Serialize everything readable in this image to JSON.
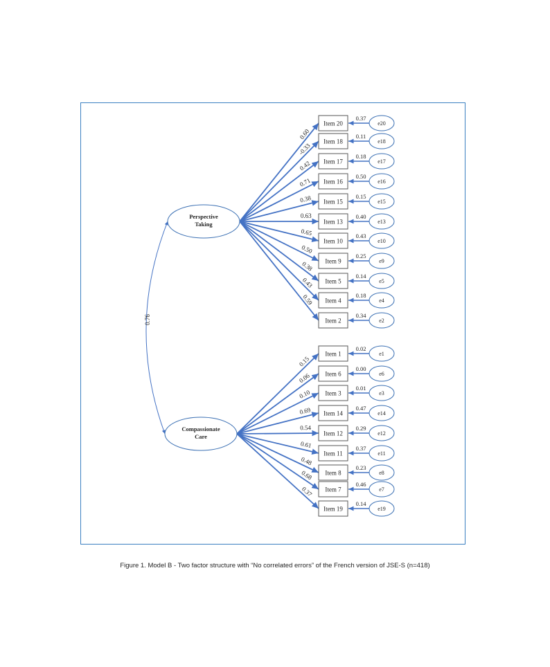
{
  "figure": {
    "caption": "Figure 1. Model B - Two factor structure with “No correlated errors” of the French version of JSE-S (n=418)",
    "factor_correlation": "0.76",
    "colors": {
      "arrow": "#4472c4",
      "frame": "#3a7fc1"
    },
    "factors": [
      {
        "name": "Perspective Taking",
        "lines": [
          "Perspective",
          "Taking"
        ],
        "items": [
          {
            "item": "Item 20",
            "loading": "0.60",
            "error": "e20",
            "r2": "0.37"
          },
          {
            "item": "Item 18",
            "loading": "-0.33",
            "error": "e18",
            "r2": "0.11"
          },
          {
            "item": "Item 17",
            "loading": "0.42",
            "error": "e17",
            "r2": "0.18"
          },
          {
            "item": "Item 16",
            "loading": "0.71",
            "error": "e16",
            "r2": "0.50"
          },
          {
            "item": "Item 15",
            "loading": "0.38",
            "error": "e15",
            "r2": "0.15"
          },
          {
            "item": "Item 13",
            "loading": "0.63",
            "error": "e13",
            "r2": "0.40"
          },
          {
            "item": "Item 10",
            "loading": "0.65",
            "error": "e10",
            "r2": "0.43"
          },
          {
            "item": "Item 9",
            "loading": "0.50",
            "error": "e9",
            "r2": "0.25"
          },
          {
            "item": "Item 5",
            "loading": "0.38",
            "error": "e5",
            "r2": "0.14"
          },
          {
            "item": "Item 4",
            "loading": "0.43",
            "error": "e4",
            "r2": "0.18"
          },
          {
            "item": "Item 2",
            "loading": "0.59",
            "error": "e2",
            "r2": "0.34"
          }
        ]
      },
      {
        "name": "Compassionate Care",
        "lines": [
          "Compassionate",
          "Care"
        ],
        "items": [
          {
            "item": "Item 1",
            "loading": "0.15",
            "error": "e1",
            "r2": "0.02"
          },
          {
            "item": "Item 6",
            "loading": "0.06",
            "error": "e6",
            "r2": "0.00"
          },
          {
            "item": "Item 3",
            "loading": "0.10",
            "error": "e3",
            "r2": "0.01"
          },
          {
            "item": "Item 14",
            "loading": "0.69",
            "error": "e14",
            "r2": "0.47"
          },
          {
            "item": "Item 12",
            "loading": "0.54",
            "error": "e12",
            "r2": "0.29"
          },
          {
            "item": "Item 11",
            "loading": "0.61",
            "error": "e11",
            "r2": "0.37"
          },
          {
            "item": "Item 8",
            "loading": "0.48",
            "error": "e8",
            "r2": "0.23"
          },
          {
            "item": "Item 7",
            "loading": "0.68",
            "error": "e7",
            "r2": "0.46"
          },
          {
            "item": "Item 19",
            "loading": "0.37",
            "error": "e19",
            "r2": "0.14"
          }
        ]
      }
    ]
  }
}
